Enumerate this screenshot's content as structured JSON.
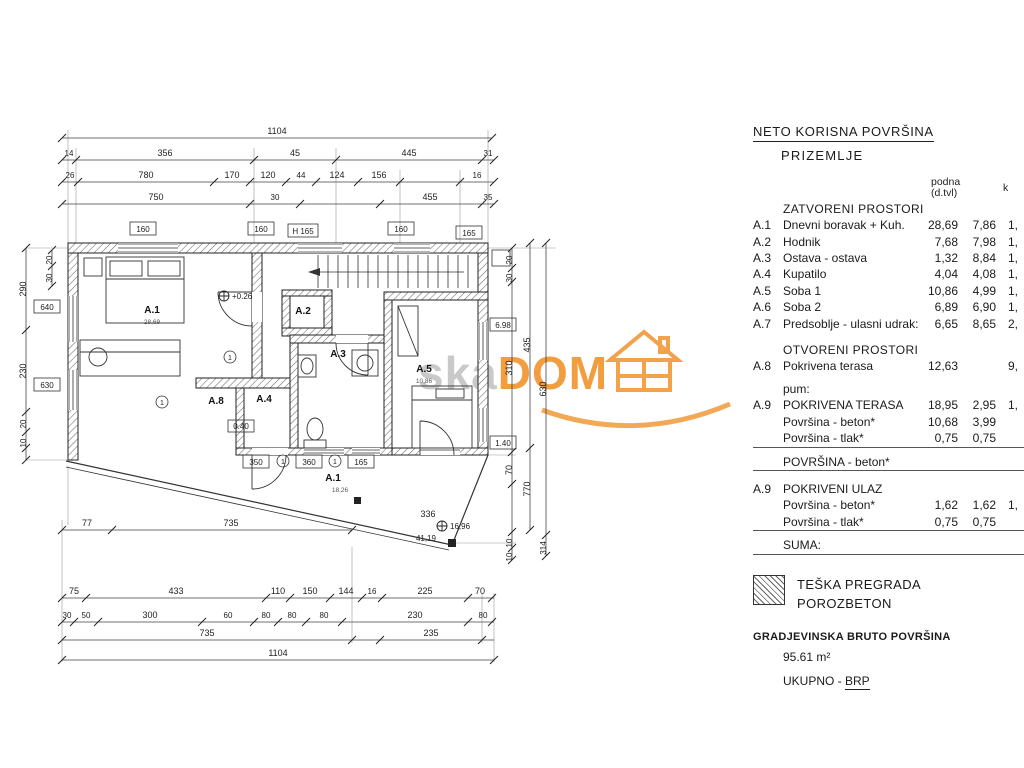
{
  "plan": {
    "top": {
      "r1": [
        "1104"
      ],
      "r2": [
        "14",
        "356",
        "45",
        "445",
        "31"
      ],
      "r3": [
        "26",
        "780",
        "170",
        "120",
        "44",
        "124",
        "156",
        "16"
      ],
      "r4": [
        "750",
        "30",
        "455",
        "35"
      ],
      "boxes": [
        "160",
        "160",
        "H 165",
        "160",
        "165"
      ]
    },
    "left": {
      "outer": [
        "290",
        "230",
        "20",
        "10"
      ],
      "inner": [
        "20",
        "30"
      ],
      "boxes": [
        "640",
        "630"
      ]
    },
    "right": {
      "col1": [
        "20",
        "30",
        "310",
        "70",
        "10",
        "10"
      ],
      "col2": [
        "435",
        "770"
      ],
      "col3": [
        "630",
        "314"
      ],
      "boxes": [
        "6.98",
        "1.40"
      ]
    },
    "bottom": {
      "r0": [
        "77",
        "735"
      ],
      "terrace": [
        "336",
        "41,19",
        "16,96"
      ],
      "r1": [
        "75",
        "433",
        "110",
        "150",
        "144",
        "16",
        "225",
        "70"
      ],
      "r2": [
        "30",
        "50",
        "300",
        "60",
        "80",
        "80",
        "80",
        "230",
        "80"
      ],
      "r3": [
        "735",
        "235"
      ],
      "r4": [
        "1104"
      ]
    },
    "rooms": [
      {
        "code": "A.1",
        "sub": "28,69"
      },
      {
        "code": "A.2",
        "sub": ""
      },
      {
        "code": "A.3",
        "sub": ""
      },
      {
        "code": "A.5",
        "sub": "10,86"
      },
      {
        "code": "A.8",
        "sub": ""
      },
      {
        "code": "A.4",
        "sub": ""
      },
      {
        "code": "A.1",
        "sub": "18,26"
      }
    ],
    "marks": {
      "level_main": "+0.26",
      "box040": "0.40",
      "w1": "350",
      "w2": "360",
      "w3": "165",
      "d1": "1",
      "d2": "1",
      "d3": "1",
      "d4": "1"
    }
  },
  "watermark": {
    "text_gray": "ska",
    "text_accent": "DOM",
    "accent_color": "#f08c1e"
  },
  "panel": {
    "title": "NETO KORISNA POVRŠINA",
    "subtitle": "PRIZEMLJE",
    "col": {
      "c1": "podna",
      "c1b": "(d.tvl)",
      "c3": "k"
    },
    "sec1": "ZATVORENI PROSTORI",
    "sec2": "OTVORENI PROSTORI",
    "pum": "pum:",
    "povrsina_beton": "POVRŠINA - beton*",
    "suma": "SUMA:",
    "rows": [
      {
        "code": "A.1",
        "name": "Dnevni boravak + Kuh.",
        "v1": "28,69",
        "v2": "7,86",
        "v3": "1,"
      },
      {
        "code": "A.2",
        "name": "Hodnik",
        "v1": "7,68",
        "v2": "7,98",
        "v3": "1,"
      },
      {
        "code": "A.3",
        "name": "Ostava - ostava",
        "v1": "1,32",
        "v2": "8,84",
        "v3": "1,"
      },
      {
        "code": "A.4",
        "name": "Kupatilo",
        "v1": "4,04",
        "v2": "4,08",
        "v3": "1,"
      },
      {
        "code": "A.5",
        "name": "Soba 1",
        "v1": "10,86",
        "v2": "4,99",
        "v3": "1,"
      },
      {
        "code": "A.6",
        "name": "Soba 2",
        "v1": "6,89",
        "v2": "6,90",
        "v3": "1,"
      },
      {
        "code": "A.7",
        "name": "Predsoblje - ulasni udrak:",
        "v1": "6,65",
        "v2": "8,65",
        "v3": "2,"
      },
      {
        "code": "A.8",
        "name": "Pokrivena terasa",
        "v1": "12,63",
        "v2": "",
        "v3": "9,"
      },
      {
        "code": "A.9",
        "name": "POKRIVENA TERASA",
        "v1": "18,95",
        "v2": "2,95",
        "v3": "1,"
      },
      {
        "code": "",
        "name": "Površina - beton*",
        "v1": "10,68",
        "v2": "3,99",
        "v3": ""
      },
      {
        "code": "",
        "name": "Površina - tlak*",
        "v1": "0,75",
        "v2": "0,75",
        "v3": ""
      },
      {
        "code": "A.9",
        "name": "POKRIVENI ULAZ",
        "v1": "",
        "v2": "",
        "v3": ""
      },
      {
        "code": "",
        "name": "Površina - beton*",
        "v1": "1,62",
        "v2": "1,62",
        "v3": "1,"
      },
      {
        "code": "",
        "name": "Površina - tlak*",
        "v1": "0,75",
        "v2": "0,75",
        "v3": ""
      }
    ],
    "legend": {
      "l1": "TEŠKA PREGRADA",
      "l2": "POROZBETON"
    },
    "brutto": {
      "label": "GRADJEVINSKA BRUTO POVRŠINA",
      "value": "95.61 m²",
      "total": "UKUPNO - ",
      "total_key": "BRP"
    }
  }
}
